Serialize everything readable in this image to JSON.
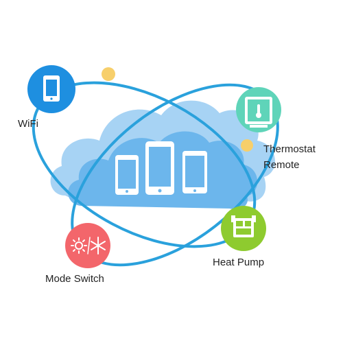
{
  "colors": {
    "orbit": "#2aa1dc",
    "cloud_back": "#a7d3f4",
    "cloud_front": "#6cb6ec",
    "node_dot": "#f7cf6b",
    "wifi": "#1e8fe0",
    "thermostat": "#5fd4b9",
    "heat_pump": "#8ecb2f",
    "mode_switch": "#f3666b"
  },
  "nodes": {
    "wifi": {
      "label": "WiFi",
      "icon": "phone-icon"
    },
    "thermostat": {
      "label_line1": "Thermostat",
      "label_line2": "Remote",
      "icon": "thermostat-icon"
    },
    "heat_pump": {
      "label": "Heat Pump",
      "icon": "heat-pump-icon"
    },
    "mode_switch": {
      "label": "Mode Switch",
      "icon": "sun-snowflake-icon"
    }
  },
  "center": {
    "icon": "cloud-devices-icon",
    "devices": 3
  }
}
